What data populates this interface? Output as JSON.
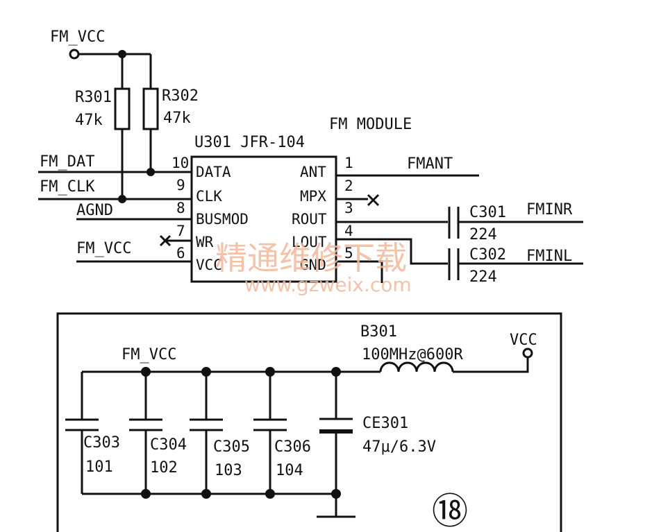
{
  "top_circuit": {
    "vcc_label": "FM_VCC",
    "resistors": [
      {
        "ref": "R301",
        "value": "47k"
      },
      {
        "ref": "R302",
        "value": "47k"
      }
    ],
    "module_title": "FM MODULE",
    "chip_label": "U301 JFR-104",
    "left_pins": [
      {
        "num": "10",
        "name": "DATA",
        "net": "FM_DAT"
      },
      {
        "num": "9",
        "name": "CLK",
        "net": "FM_CLK"
      },
      {
        "num": "8",
        "name": "BUSMOD",
        "net": "AGND"
      },
      {
        "num": "7",
        "name": "WR",
        "net": ""
      },
      {
        "num": "6",
        "name": "VCC",
        "net": "FM_VCC"
      }
    ],
    "right_pins": [
      {
        "num": "1",
        "name": "ANT",
        "net": "FMANT"
      },
      {
        "num": "2",
        "name": "MPX",
        "net": ""
      },
      {
        "num": "3",
        "name": "ROUT",
        "net": ""
      },
      {
        "num": "4",
        "name": "LOUT",
        "net": ""
      },
      {
        "num": "5",
        "name": "GND",
        "net": ""
      }
    ],
    "output_caps": [
      {
        "ref": "C301",
        "value": "224",
        "net": "FMINR"
      },
      {
        "ref": "C302",
        "value": "224",
        "net": "FMINL"
      }
    ]
  },
  "watermark": {
    "text": "精通维修下载",
    "url": "www.gzweix.com"
  },
  "bottom_circuit": {
    "rail_label": "FM_VCC",
    "bead": {
      "ref": "B301",
      "value": "100MHz@600R"
    },
    "vcc_label": "VCC",
    "capacitors": [
      {
        "ref": "C303",
        "value": "101"
      },
      {
        "ref": "C304",
        "value": "102"
      },
      {
        "ref": "C305",
        "value": "103"
      },
      {
        "ref": "C306",
        "value": "104"
      }
    ],
    "electrolytic": {
      "ref": "CE301",
      "value": "47μ/6.3V"
    },
    "page_number": "⑱"
  }
}
